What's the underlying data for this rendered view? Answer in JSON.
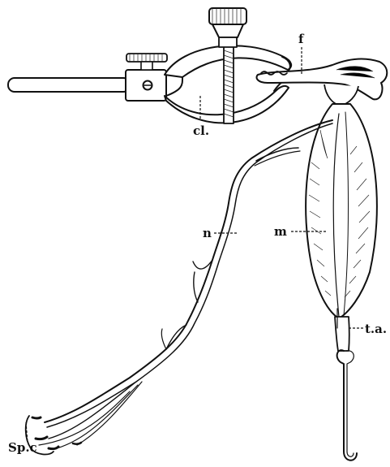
{
  "labels": {
    "femur": "f",
    "clamp": "cl.",
    "nerve": "n",
    "muscle": "m",
    "tendon": "t.a.",
    "spinal_cord": "Sp.c"
  }
}
